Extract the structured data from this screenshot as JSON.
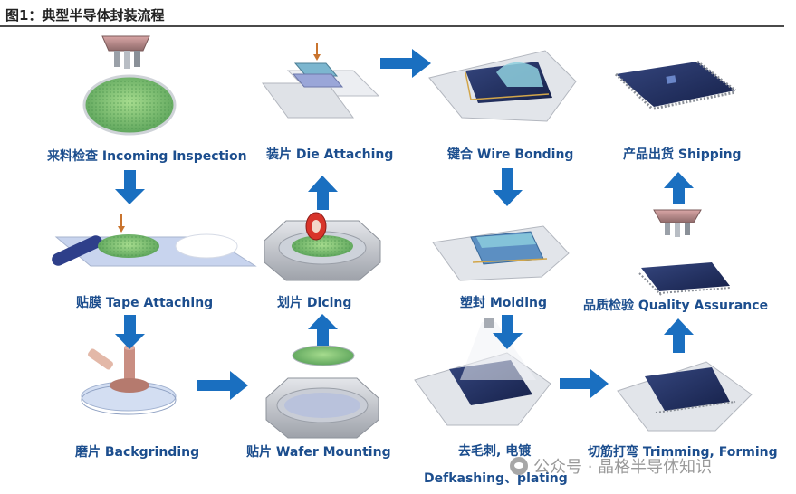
{
  "figure": {
    "title": "图1：典型半导体封装流程"
  },
  "steps": {
    "incoming_inspection": "来料检查 Incoming Inspection",
    "tape_attaching": "贴膜 Tape Attaching",
    "backgrinding": "磨片 Backgrinding",
    "wafer_mounting": "贴片 Wafer Mounting",
    "dicing": "划片 Dicing",
    "die_attaching": "装片 Die Attaching",
    "wire_bonding": "键合 Wire Bonding",
    "molding": "塑封 Molding",
    "defkashing_cn": "去毛刺, 电镀",
    "defkashing_en": "Defkashing、plating",
    "trimming_forming": "切筋打弯 Trimming, Forming",
    "quality_assurance": "品质检验 Quality Assurance",
    "shipping": "产品出货 Shipping"
  },
  "watermark": {
    "text": "公众号 · 晶格半导体知识"
  },
  "colors": {
    "arrow": "#1a6fc0",
    "label": "#1c4e8e",
    "wafer_green": "#7cc27a",
    "chip_navy": "#1f2d5c",
    "frame_gray": "#d8dadf"
  }
}
